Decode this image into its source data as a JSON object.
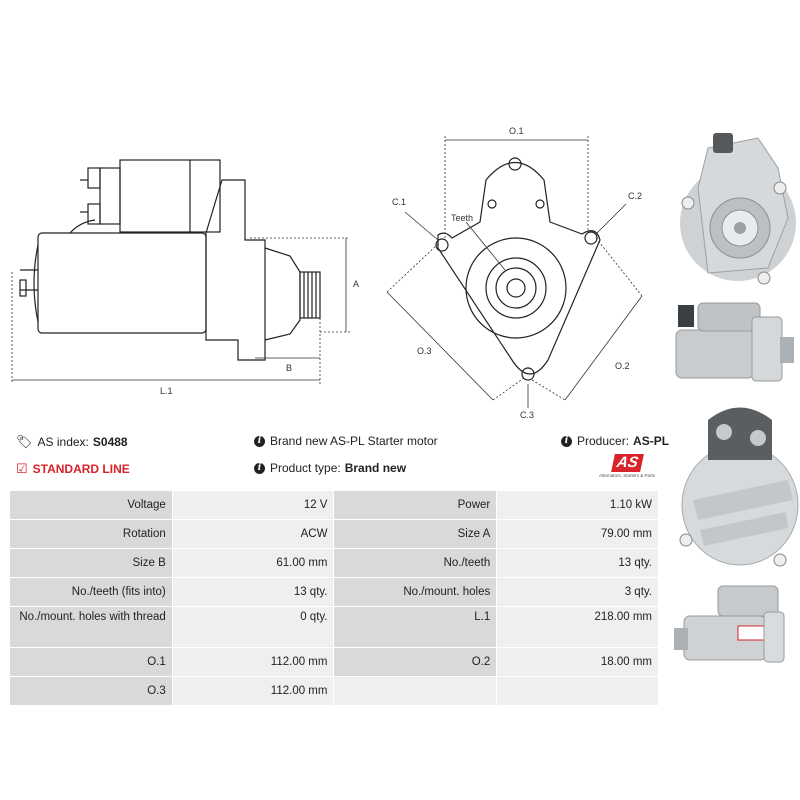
{
  "drawing": {
    "labels": {
      "o1": "O.1",
      "c1": "C.1",
      "c2": "C.2",
      "teeth": "Teeth",
      "o3": "O.3",
      "o2": "O.2",
      "c3": "C.3",
      "a": "A",
      "b": "B",
      "l1": "L.1"
    }
  },
  "info": {
    "as_index_label": "AS index:",
    "as_index_value": "S0488",
    "standard_line": "STANDARD LINE",
    "description": "Brand new AS-PL Starter motor",
    "product_type_label": "Product type:",
    "product_type_value": "Brand new",
    "producer_label": "Producer:",
    "producer_value": "AS-PL",
    "logo_text": "AS",
    "logo_tagline": "Alternators, Starters & Parts"
  },
  "specs": {
    "rows": [
      [
        "Voltage",
        "12 V",
        "Power",
        "1.10 kW"
      ],
      [
        "Rotation",
        "ACW",
        "Size A",
        "79.00 mm"
      ],
      [
        "Size B",
        "61.00 mm",
        "No./teeth",
        "13 qty."
      ],
      [
        "No./teeth (fits into)",
        "13 qty.",
        "No./mount. holes",
        "3 qty."
      ],
      [
        "No./mount. holes with thread",
        "0 qty.",
        "L.1",
        "218.00 mm"
      ],
      [
        "O.1",
        "112.00 mm",
        "O.2",
        "18.00 mm"
      ],
      [
        "O.3",
        "112.00 mm",
        "",
        ""
      ]
    ]
  },
  "colors": {
    "accent_red": "#d8232a",
    "label_bg": "#d9d9d9",
    "value_bg": "#efefef"
  }
}
